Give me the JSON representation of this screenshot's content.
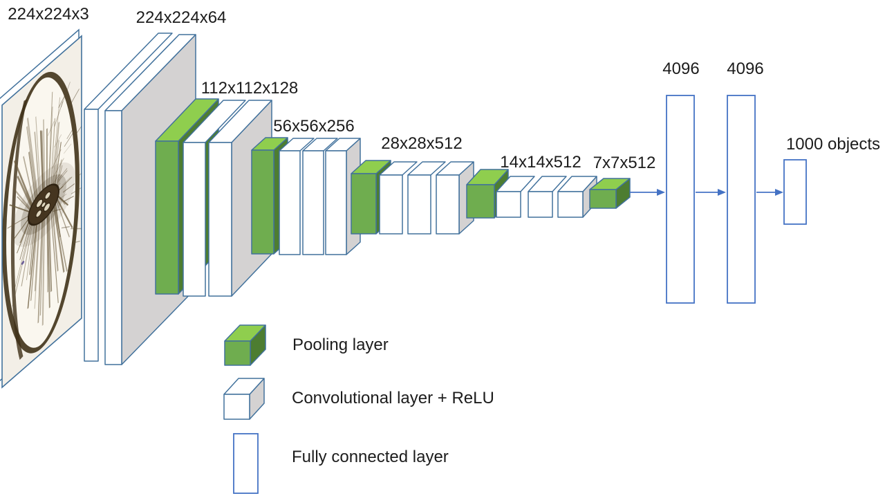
{
  "figure": {
    "input_label": "224x224x3",
    "block_labels": [
      "224x224x64",
      "112x112x128",
      "56x56x256",
      "28x28x512",
      "14x14x512",
      "7x7x512"
    ],
    "fc1_label": "4096",
    "fc2_label": "4096",
    "output_label": "1000 objects"
  },
  "legend": {
    "pooling": "Pooling layer",
    "conv": "Convolutional layer + ReLU",
    "fc": "Fully connected layer"
  },
  "colors": {
    "pool_front": "#6fad4f",
    "pool_top": "#8fce4e",
    "pool_side": "#4d7d31",
    "conv_front": "#ffffff",
    "conv_top": "#ffffff",
    "conv_side": "#d4d2d2",
    "outline": "#41719c",
    "accent": "#4472c4",
    "text": "#1c1c1c",
    "image_bg": "#f3efe7",
    "image_fiber": "#6b5b3c",
    "image_rim": "#4a3d24",
    "image_hub": "#453520"
  }
}
